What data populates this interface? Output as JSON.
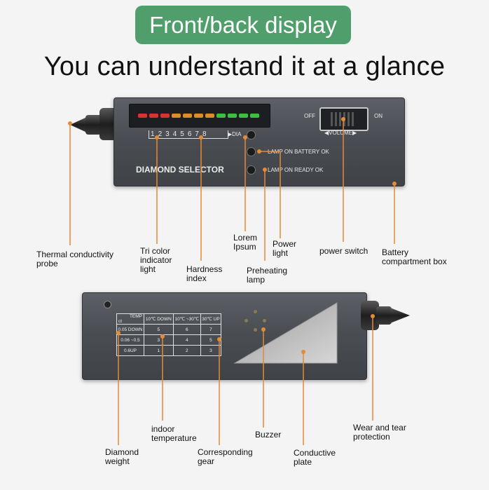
{
  "banner": "Front/back display",
  "headline": "You can understand it at a glance",
  "front": {
    "scale_numbers": [
      "1",
      "2",
      "3",
      "4",
      "5",
      "6",
      "7",
      "8"
    ],
    "dia": "▶DIA",
    "lamp_battery": "LAMP ON BATTERY OK",
    "lamp_ready": "LAMP ON READY OK",
    "brand": "DIAMOND SELECTOR",
    "off": "OFF",
    "on": "ON",
    "volume": "◀VOLUME▶"
  },
  "front_labels": {
    "thermal_probe": "Thermal conductivity probe",
    "tri_color": "Tri color indicator light",
    "hardness": "Hardness index",
    "lorem": "Lorem Ipsum",
    "power_light": "Power light",
    "preheating": "Preheating lamp",
    "power_switch": "power switch",
    "battery": "Battery compartment box"
  },
  "back": {
    "table": {
      "corner_temp": "TEMP",
      "corner_ct": "ct",
      "col1": "10℃ DOWN",
      "col2": "10℃ ~30℃",
      "col3": "30℃ UP",
      "rows": [
        {
          "label": "0.05 DOWN",
          "values": [
            "5",
            "6",
            "7"
          ]
        },
        {
          "label": "0.06 ~0.5",
          "values": [
            "3",
            "4",
            "5"
          ]
        },
        {
          "label": "0.6UP",
          "values": [
            "1",
            "2",
            "3"
          ]
        }
      ]
    }
  },
  "back_labels": {
    "indoor": "indoor temperature",
    "diamond_weight": "Diamond weight",
    "gear": "Corresponding gear",
    "buzzer": "Buzzer",
    "plate": "Conductive plate",
    "wear": "Wear and tear protection"
  },
  "colors": {
    "banner": "#4f9e6c",
    "leader": "#e58a35",
    "led_red": "#d8342b",
    "led_orange": "#e08a2a",
    "led_green": "#38c43a"
  }
}
